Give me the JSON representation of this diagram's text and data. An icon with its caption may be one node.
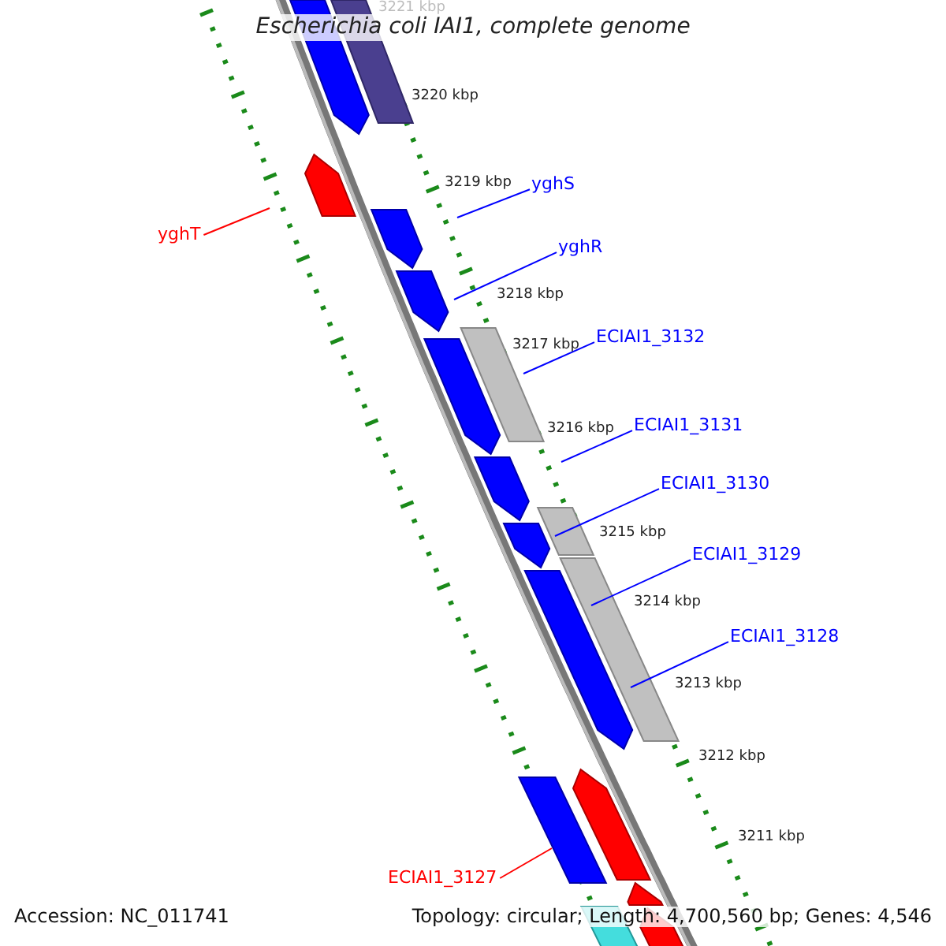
{
  "diagram": {
    "title": "Escherichia coli IAI1, complete genome",
    "nodes": [
      {
        "text": [
          "yghS"
        ]
      },
      {
        "text": [
          "yghR"
        ]
      },
      {
        "text": [
          "ECIAI1_3132"
        ]
      },
      {
        "text": [
          "ECIAI1_3131"
        ]
      },
      {
        "text": [
          "ECIAI1_3130"
        ]
      },
      {
        "text": [
          "ECIAI1_3129"
        ]
      },
      {
        "text": [
          "ECIAI1_3128"
        ]
      },
      {
        "text": [
          "yghT"
        ]
      },
      {
        "text": [
          "ECIAI1_3127"
        ]
      }
    ],
    "edges": [
      {
        "from": 0,
        "to": null,
        "arrow": "none"
      },
      {
        "from": 1,
        "to": null,
        "arrow": "none"
      },
      {
        "from": 2,
        "to": null,
        "arrow": "none"
      },
      {
        "from": 3,
        "to": null,
        "arrow": "none"
      },
      {
        "from": 4,
        "to": null,
        "arrow": "none"
      },
      {
        "from": 5,
        "to": null,
        "arrow": "none"
      },
      {
        "from": 6,
        "to": null,
        "arrow": "none"
      },
      {
        "from": 7,
        "to": null,
        "arrow": "none",
        "color": "#ff0000"
      },
      {
        "from": 8,
        "to": null,
        "arrow": "none",
        "color": "#ff0000"
      }
    ],
    "labels": [
      "3221 kbp",
      "3220 kbp",
      "3219 kbp",
      "3218 kbp",
      "3217 kbp",
      "3216 kbp",
      "3215 kbp",
      "3214 kbp",
      "3213 kbp",
      "3212 kbp",
      "3211 kbp",
      "Accession: NC_011741",
      "Topology: circular; Length: 4,700,560 bp; Genes: 4,546"
    ]
  }
}
